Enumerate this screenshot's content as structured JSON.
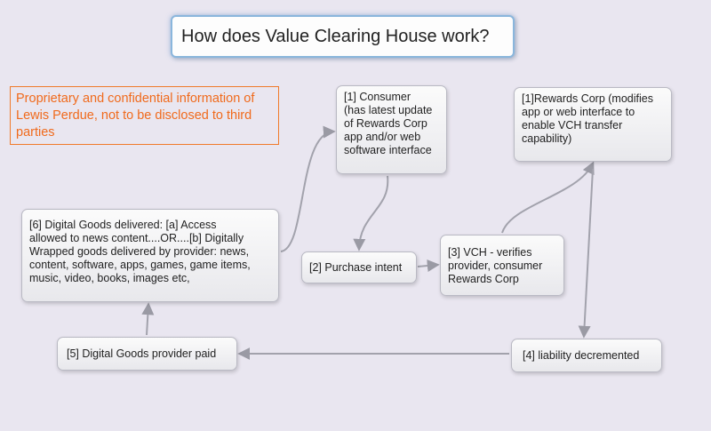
{
  "title": "How does Value Clearing House work?",
  "notice": "Proprietary and confidential information of Lewis Perdue, not to be disclosed to third parties",
  "nodes": {
    "consumer": "[1] Consumer\n(has latest update\nof Rewards Corp\napp and/or  web\nsoftware interface",
    "rewards_corp": "[1]Rewards Corp (modifies\napp or web interface to\nenable VCH transfer\ncapability)",
    "digital_goods": "[6] Digital Goods delivered: [a] Access\nallowed to news content....OR....[b] Digitally\nWrapped goods delivered by provider: news,\ncontent, software, apps, games, game items,\nmusic, video, books, images etc,",
    "purchase_intent": "[2] Purchase intent",
    "vch": "[3] VCH - verifies\nprovider, consumer\nRewards Corp",
    "provider_paid": "[5] Digital Goods provider paid",
    "liability": "[4] liability decremented"
  },
  "colors": {
    "background": "#e9e6f0",
    "notice": "#f06a1c",
    "title_border": "#8ab6dc",
    "edge": "#9a9aa4"
  }
}
